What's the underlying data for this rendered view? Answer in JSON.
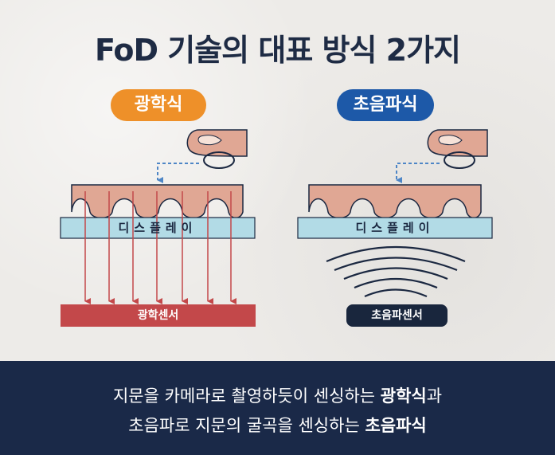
{
  "title": "FoD 기술의 대표 방식 2가지",
  "methods": {
    "optical": {
      "label": "광학식",
      "display_label": "디스플레이",
      "sensor_label": "광학센서",
      "color": "#ee9029"
    },
    "ultrasonic": {
      "label": "초음파식",
      "display_label": "디스플레이",
      "sensor_label": "초음파센서",
      "color": "#1d59a8"
    }
  },
  "footer": {
    "line1_prefix": "지문을 카메라로 촬영하듯이 센싱하는 ",
    "line1_bold": "광학식",
    "line1_suffix": "과",
    "line2_prefix": "초음파로 지문의 굴곡을 센싱하는 ",
    "line2_bold": "초음파식"
  },
  "colors": {
    "title": "#1e2b44",
    "skin": "#e0a794",
    "display": "#b2dbe6",
    "optical_sensor": "#c3484a",
    "ultrasonic_sensor": "#19263d",
    "footer_bg": "#1a2948"
  }
}
